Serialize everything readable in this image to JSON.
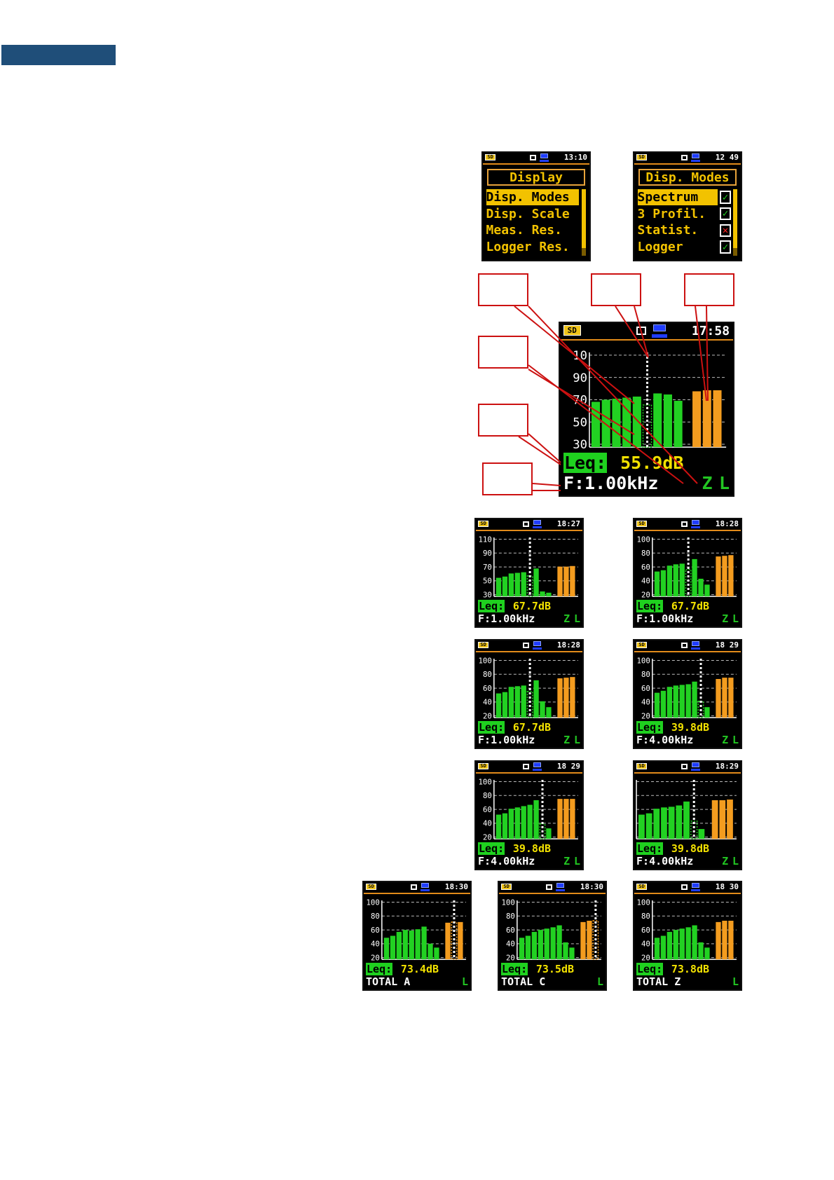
{
  "menus": [
    {
      "time": "13:10",
      "title": "Display",
      "items": [
        {
          "label": "Disp. Modes",
          "selected": true
        },
        {
          "label": "Disp. Scale",
          "selected": false
        },
        {
          "label": "Meas. Res.",
          "selected": false
        },
        {
          "label": "Logger Res.",
          "selected": false
        }
      ]
    },
    {
      "time": "12 49",
      "title": "Disp. Modes",
      "items": [
        {
          "label": "Spectrum",
          "selected": true,
          "checked": true
        },
        {
          "label": "3 Profil.",
          "selected": false,
          "checked": true
        },
        {
          "label": "Statist.",
          "selected": false,
          "checked": false
        },
        {
          "label": "Logger",
          "selected": false,
          "checked": true
        }
      ]
    }
  ],
  "chart_data": [
    {
      "type": "bar",
      "role": "main",
      "time": "17:58",
      "yticks": [
        "10",
        "90",
        "70",
        "50",
        "30"
      ],
      "ylim": [
        20,
        110
      ],
      "values": [
        63,
        65,
        66,
        67,
        68,
        60,
        71,
        70,
        64,
        73,
        74,
        74
      ],
      "kinds": [
        "g",
        "g",
        "g",
        "g",
        "g",
        "g",
        "g",
        "g",
        "g",
        "o",
        "o",
        "o"
      ],
      "cursor": 5,
      "leq": "55.9dB",
      "leq_label": "Leq:",
      "freq": "F:1.00kHz",
      "filter": "Z",
      "icon_l": "L"
    },
    {
      "type": "bar",
      "time": "18:27",
      "yticks": [
        "110",
        "90",
        "70",
        "50",
        "30"
      ],
      "ylim": [
        20,
        115
      ],
      "values": [
        50,
        52,
        57,
        58,
        59,
        53,
        65,
        28,
        26,
        68,
        68,
        69
      ],
      "kinds": [
        "g",
        "g",
        "g",
        "g",
        "g",
        "g",
        "g",
        "g",
        "g",
        "o",
        "o",
        "o"
      ],
      "cursor": 5,
      "leq": "67.7dB",
      "leq_label": "Leq:",
      "freq": "F:1.00kHz",
      "filter": "Z",
      "icon_l": "L"
    },
    {
      "type": "bar",
      "time": "18:28",
      "yticks": [
        "100",
        "80",
        "60",
        "40",
        "20"
      ],
      "ylim": [
        15,
        105
      ],
      "values": [
        53,
        55,
        62,
        64,
        65,
        56,
        72,
        42,
        33,
        76,
        77,
        78
      ],
      "kinds": [
        "g",
        "g",
        "g",
        "g",
        "g",
        "g",
        "g",
        "g",
        "g",
        "o",
        "o",
        "o"
      ],
      "cursor": 5,
      "leq": "67.7dB",
      "leq_label": "Leq:",
      "freq": "F:1.00kHz",
      "filter": "Z",
      "icon_l": "L"
    },
    {
      "type": "bar",
      "time": "18:28",
      "yticks": [
        "100",
        "80",
        "60",
        "40",
        "20"
      ],
      "ylim": [
        15,
        105
      ],
      "values": [
        52,
        54,
        62,
        63,
        64,
        55,
        72,
        40,
        31,
        75,
        76,
        77
      ],
      "kinds": [
        "g",
        "g",
        "g",
        "g",
        "g",
        "g",
        "g",
        "g",
        "g",
        "o",
        "o",
        "o"
      ],
      "cursor": 5,
      "leq": "67.7dB",
      "leq_label": "Leq:",
      "freq": "F:1.00kHz",
      "filter": "Z",
      "icon_l": "L"
    },
    {
      "type": "bar",
      "time": "18 29",
      "yticks": [
        "100",
        "80",
        "60",
        "40",
        "20"
      ],
      "ylim": [
        15,
        105
      ],
      "values": [
        53,
        56,
        62,
        64,
        65,
        66,
        70,
        40,
        31,
        74,
        76,
        76
      ],
      "kinds": [
        "g",
        "g",
        "g",
        "g",
        "g",
        "g",
        "g",
        "g",
        "g",
        "o",
        "o",
        "o"
      ],
      "cursor": 7,
      "leq": "39.8dB",
      "leq_label": "Leq:",
      "freq": "F:4.00kHz",
      "filter": "Z",
      "icon_l": "L"
    },
    {
      "type": "bar",
      "time": "18 29",
      "yticks": [
        "100",
        "80",
        "60",
        "40",
        "20"
      ],
      "ylim": [
        15,
        105
      ],
      "values": [
        52,
        54,
        61,
        63,
        65,
        67,
        74,
        38,
        31,
        76,
        76,
        76
      ],
      "kinds": [
        "g",
        "g",
        "g",
        "g",
        "g",
        "g",
        "g",
        "g",
        "g",
        "o",
        "o",
        "o"
      ],
      "cursor": 7,
      "leq": "39.8dB",
      "leq_label": "Leq:",
      "freq": "F:4.00kHz",
      "filter": "Z",
      "icon_l": "L"
    },
    {
      "type": "bar",
      "time": "18:29",
      "yticks": [],
      "ylim": [
        15,
        105
      ],
      "values": [
        52,
        54,
        61,
        63,
        64,
        66,
        72,
        42,
        30,
        74,
        74,
        75
      ],
      "kinds": [
        "g",
        "g",
        "g",
        "g",
        "g",
        "g",
        "g",
        "g",
        "g",
        "o",
        "o",
        "o"
      ],
      "cursor": 7,
      "leq": "39.8dB",
      "leq_label": "Leq:",
      "freq": "F:4.00kHz",
      "filter": "Z",
      "icon_l": "L"
    },
    {
      "type": "bar",
      "time": "18:30",
      "yticks": [
        "100",
        "80",
        "60",
        "40",
        "20"
      ],
      "ylim": [
        15,
        105
      ],
      "values": [
        48,
        51,
        57,
        60,
        59,
        61,
        65,
        39,
        33,
        71,
        72,
        72
      ],
      "kinds": [
        "g",
        "g",
        "g",
        "g",
        "g",
        "g",
        "g",
        "g",
        "g",
        "o",
        "o",
        "o"
      ],
      "cursor": 10,
      "leq": "73.4dB",
      "leq_label": "Leq:",
      "freq": "TOTAL A",
      "filter": "",
      "icon_l": "L"
    },
    {
      "type": "bar",
      "time": "18:30",
      "yticks": [
        "100",
        "80",
        "60",
        "40",
        "20"
      ],
      "ylim": [
        15,
        105
      ],
      "values": [
        48,
        51,
        57,
        60,
        62,
        64,
        67,
        41,
        33,
        72,
        74,
        74
      ],
      "kinds": [
        "g",
        "g",
        "g",
        "g",
        "g",
        "g",
        "g",
        "g",
        "g",
        "o",
        "o",
        "o"
      ],
      "cursor": 11,
      "leq": "73.5dB",
      "leq_label": "Leq:",
      "freq": "TOTAL C",
      "filter": "",
      "icon_l": "L"
    },
    {
      "type": "bar",
      "time": "18 30",
      "yticks": [
        "100",
        "80",
        "60",
        "40",
        "20"
      ],
      "ylim": [
        15,
        105
      ],
      "values": [
        48,
        51,
        57,
        60,
        62,
        64,
        67,
        41,
        33,
        72,
        74,
        74
      ],
      "kinds": [
        "g",
        "g",
        "g",
        "g",
        "g",
        "g",
        "g",
        "g",
        "g",
        "o",
        "o",
        "o"
      ],
      "cursor": 12,
      "leq": "73.8dB",
      "leq_label": "Leq:",
      "freq": "TOTAL Z",
      "filter": "",
      "icon_l": "L"
    }
  ]
}
